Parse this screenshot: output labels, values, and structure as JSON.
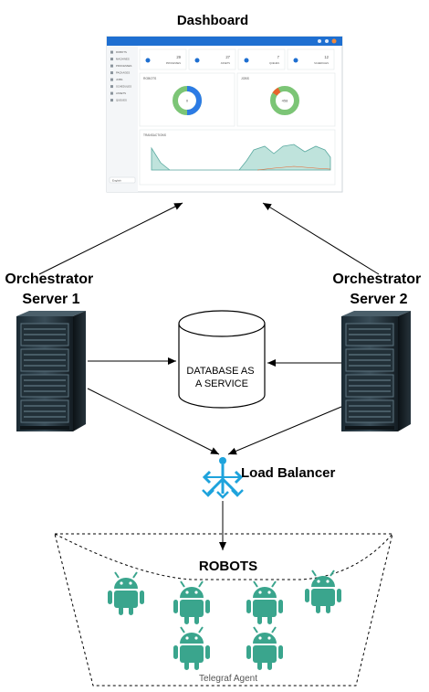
{
  "title": "Dashboard",
  "nodes": {
    "server1": {
      "line1": "Orchestrator",
      "line2": "Server 1"
    },
    "server2": {
      "line1": "Orchestrator",
      "line2": "Server 2"
    },
    "database": {
      "line1": "DATABASE AS",
      "line2": "A SERVICE"
    },
    "load_balancer": "Load Balancer",
    "robots": "ROBOTS",
    "agent": "Telegraf Agent"
  },
  "dashboard": {
    "sidebar_items": [
      "ROBOTS",
      "MACHINES",
      "PROCESSES",
      "PACKAGES",
      "JOBS",
      "SCHEDULES",
      "ASSETS",
      "QUEUES"
    ],
    "language": "English",
    "stats": [
      {
        "value": "29",
        "label": "PROCESSES"
      },
      {
        "value": "27",
        "label": "ASSETS"
      },
      {
        "value": "7",
        "label": "QUEUES"
      },
      {
        "value": "12",
        "label": "SCHEDULES"
      }
    ],
    "robots_panel": {
      "title": "ROBOTS",
      "center": "0"
    },
    "jobs_panel": {
      "title": "JOBS",
      "center": "458"
    },
    "timeline_title": "TRANSACTIONS",
    "colors": {
      "header": "#1e6fd1",
      "sidebar": "#f4f6f8",
      "donut_blue": "#2c7be5",
      "donut_green": "#7cc576",
      "donut_orange": "#e8642c",
      "area_fill": "#bfe3dc",
      "area_line": "#5aa9a0",
      "robot_green": "#3aa58d"
    }
  }
}
